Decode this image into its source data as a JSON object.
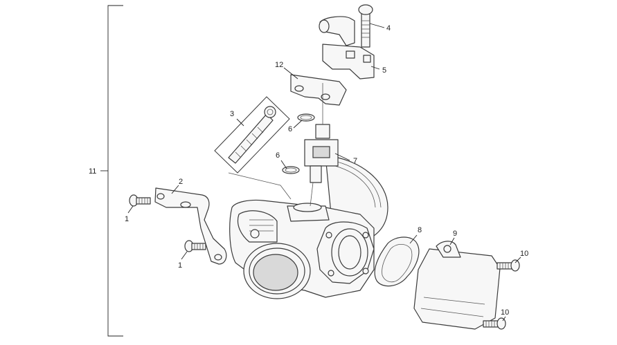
{
  "callouts": [
    {
      "id": "c1a",
      "label": "1"
    },
    {
      "id": "c1b",
      "label": "1"
    },
    {
      "id": "c2",
      "label": "2"
    },
    {
      "id": "c3",
      "label": "3"
    },
    {
      "id": "c4",
      "label": "4"
    },
    {
      "id": "c5",
      "label": "5"
    },
    {
      "id": "c6a",
      "label": "6"
    },
    {
      "id": "c6b",
      "label": "6"
    },
    {
      "id": "c7",
      "label": "7"
    },
    {
      "id": "c8",
      "label": "8"
    },
    {
      "id": "c9",
      "label": "9"
    },
    {
      "id": "c10a",
      "label": "10"
    },
    {
      "id": "c10b",
      "label": "10"
    },
    {
      "id": "c11",
      "label": "11"
    },
    {
      "id": "c12",
      "label": "12"
    }
  ]
}
